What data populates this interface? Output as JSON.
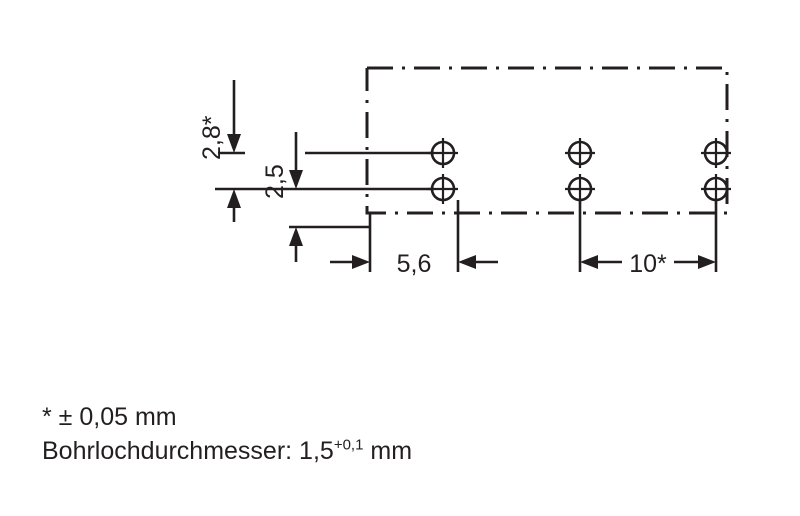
{
  "drawing": {
    "type": "pcb-drilling-pattern",
    "units": "mm",
    "line_color": "#231f20",
    "background_color": "#ffffff",
    "dimensions": {
      "vertical": [
        {
          "name": "2,8*",
          "label": "2,8*",
          "value": 2.8,
          "tolerance_marker": "*"
        },
        {
          "name": "2,5",
          "label": "2,5",
          "value": 2.5,
          "tolerance_marker": ""
        }
      ],
      "horizontal": [
        {
          "name": "5,6",
          "label": "5,6",
          "value": 5.6,
          "tolerance_marker": ""
        },
        {
          "name": "10*",
          "label": "10*",
          "value": 10,
          "tolerance_marker": "*"
        }
      ]
    },
    "holes": {
      "count": 6,
      "rows": 2,
      "columns": 3,
      "symbol": "crosshair-circle",
      "diameter_label": "1,5",
      "diameter_tolerance": "+0,1"
    },
    "outline": {
      "style": "dash-dot",
      "shape": "rectangle"
    }
  },
  "notes": {
    "tolerance_note": {
      "marker": "*",
      "text": "* ± 0,05 mm"
    },
    "hole_diameter_note": {
      "prefix": "Bohrlochdurchmesser: 1,5",
      "superscript": "+0,1",
      "suffix": " mm"
    }
  },
  "labels": {
    "dim_v1": "2,8*",
    "dim_v2": "2,5",
    "dim_h1": "5,6",
    "dim_h2": "10*"
  }
}
